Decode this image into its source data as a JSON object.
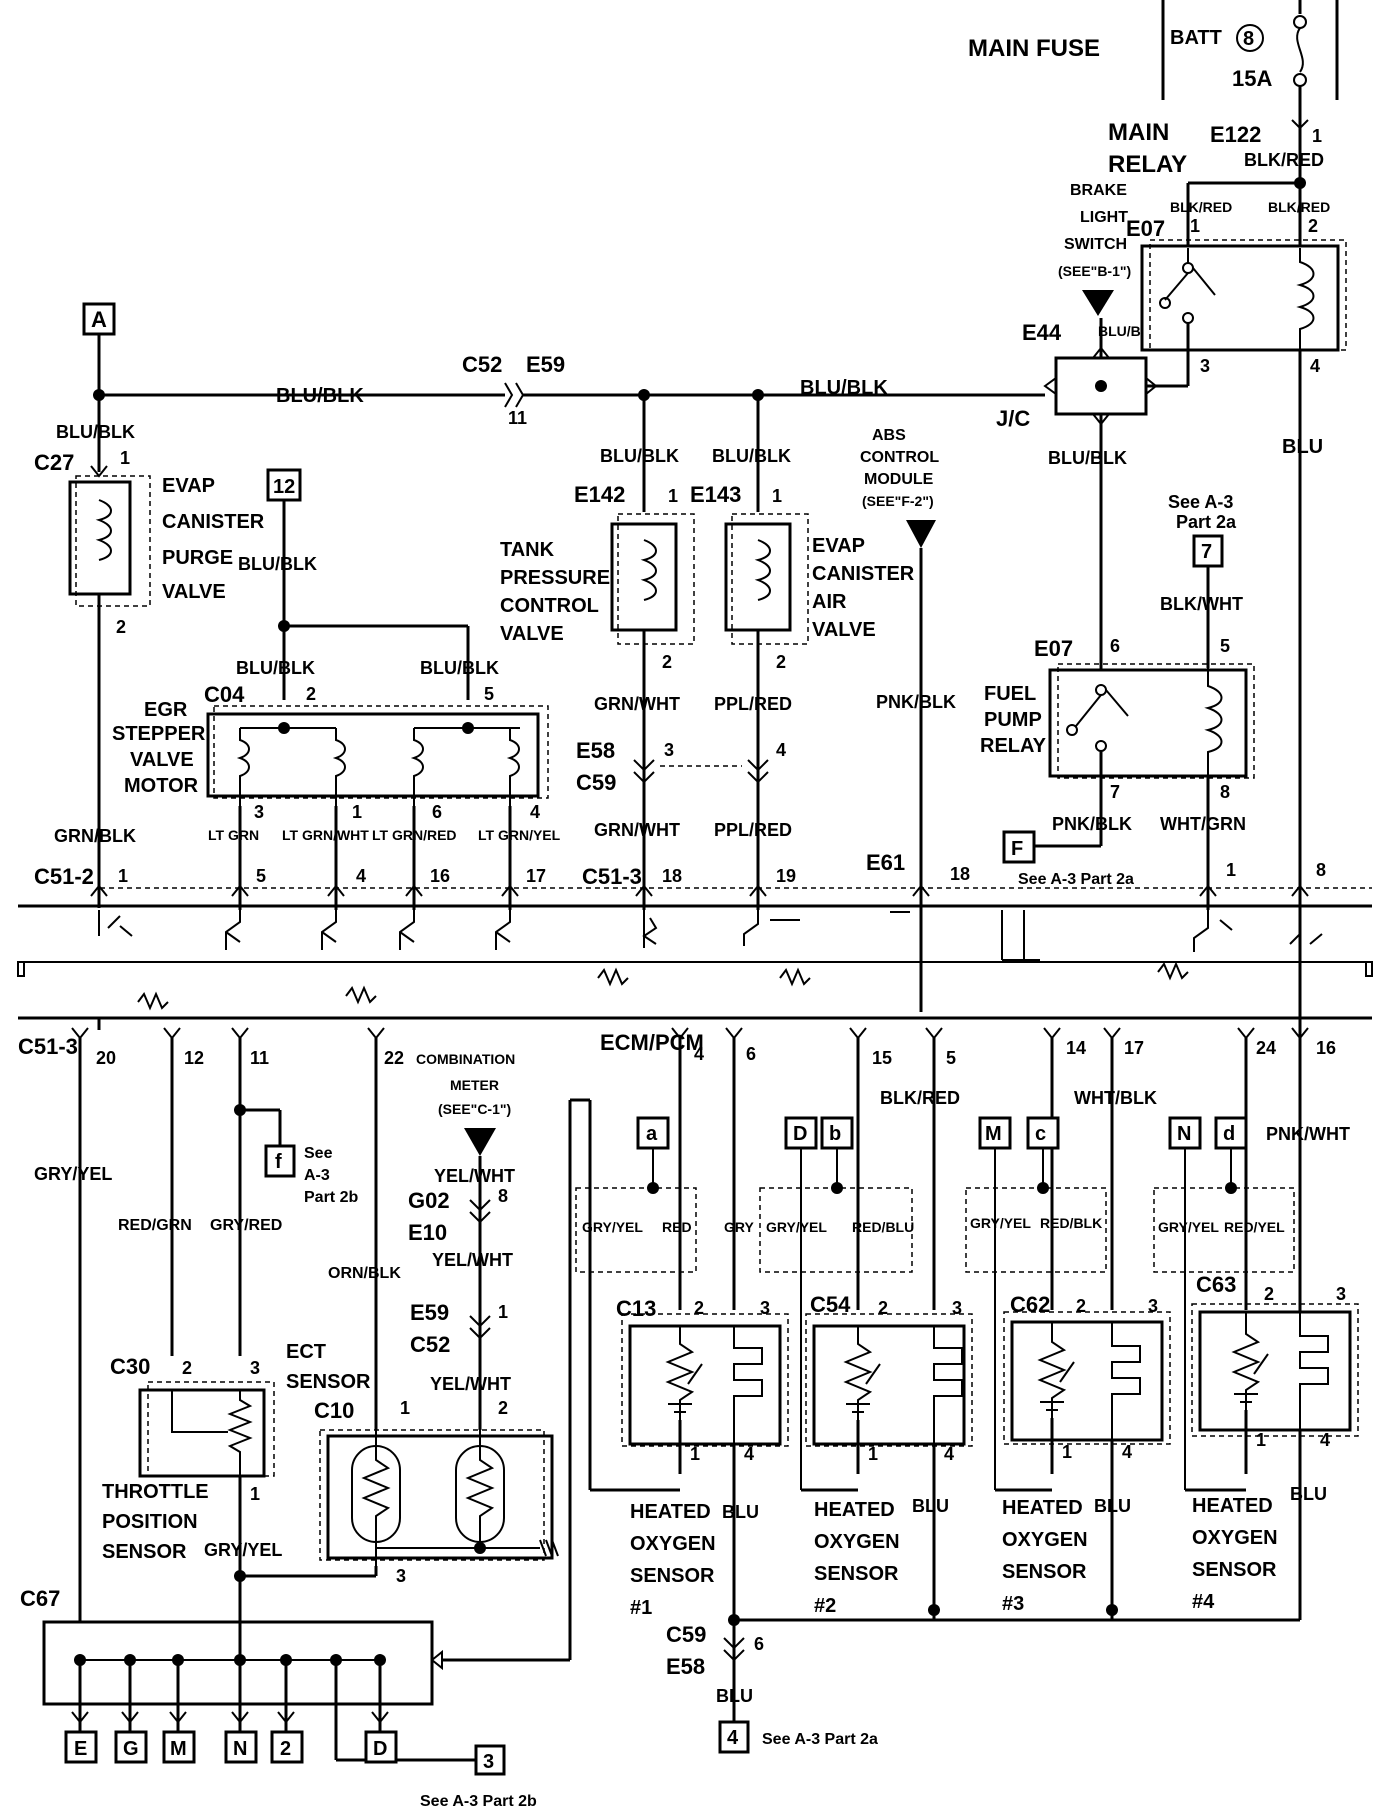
{
  "power": {
    "main_fuse": "MAIN FUSE",
    "batt": "BATT",
    "batt_num": "8",
    "fuse_amp": "15A",
    "main_relay_1": "MAIN",
    "main_relay_2": "RELAY",
    "e122": "E122",
    "e122_pin": "1",
    "blk_red": "BLK/RED",
    "brake_1": "BRAKE",
    "brake_2": "LIGHT",
    "brake_3": "SWITCH",
    "brake_4": "(SEE\"B-1\")",
    "e07_top": "E07",
    "pin1_wire": "BLK/RED",
    "pin2_wire": "BLK/RED",
    "pin1": "1",
    "pin2": "2",
    "pin3": "3",
    "pin4": "4",
    "e44": "E44",
    "e44_wire": "BLU/BLK",
    "jc": "J/C",
    "blu_right": "BLU"
  },
  "top_bus": {
    "a_box": "A",
    "bus_wire_left": "BLU/BLK",
    "c52": "C52",
    "e59": "E59",
    "pin11": "11",
    "bus_wire_right": "BLU/BLK"
  },
  "evap_purge": {
    "wire": "BLU/BLK",
    "conn": "C27",
    "pin1": "1",
    "pin2": "2",
    "l1": "EVAP",
    "l2": "CANISTER",
    "l3": "PURGE",
    "l4": "VALVE",
    "wire_bottom": "GRN/BLK"
  },
  "egr": {
    "box12": "12",
    "wire_top": "BLU/BLK",
    "wire_l": "BLU/BLK",
    "wire_r": "BLU/BLK",
    "conn": "C04",
    "pin2": "2",
    "pin5": "5",
    "l1": "EGR",
    "l2": "STEPPER",
    "l3": "VALVE",
    "l4": "MOTOR",
    "p3": "3",
    "p1": "1",
    "p6": "6",
    "p4": "4",
    "w1": "LT GRN",
    "w2": "LT GRN/WHT",
    "w3": "LT GRN/RED",
    "w4": "LT GRN/YEL"
  },
  "tank": {
    "wire": "BLU/BLK",
    "conn": "E142",
    "pin1": "1",
    "pin2": "2",
    "l1": "TANK",
    "l2": "PRESSURE",
    "l3": "CONTROL",
    "l4": "VALVE",
    "wire_bottom": "GRN/WHT",
    "wire_bottom2": "GRN/WHT"
  },
  "evap_air": {
    "wire": "BLU/BLK",
    "conn": "E143",
    "pin1": "1",
    "pin2": "2",
    "l1": "EVAP",
    "l2": "CANISTER",
    "l3": "AIR",
    "l4": "VALVE",
    "wire_bottom": "PPL/RED",
    "wire_bottom2": "PPL/RED"
  },
  "mid_conn": {
    "e58": "E58",
    "c59": "C59",
    "p3": "3",
    "p4": "4"
  },
  "abs": {
    "l1": "ABS",
    "l2": "CONTROL",
    "l3": "MODULE",
    "l4": "(SEE\"F-2\")",
    "wire": "PNK/BLK",
    "e61": "E61",
    "p18": "18"
  },
  "fuel_pump": {
    "see1": "See A-3",
    "see2": "Part 2a",
    "box7": "7",
    "wire_top": "BLK/WHT",
    "conn": "E07",
    "p6": "6",
    "p5": "5",
    "p7": "7",
    "p8": "8",
    "l1": "FUEL",
    "l2": "PUMP",
    "l3": "RELAY",
    "wire_l": "BLU/BLK",
    "wire_bl": "PNK/BLK",
    "wire_br": "WHT/GRN",
    "box_f": "F",
    "see_f": "See A-3 Part 2a",
    "p1": "1",
    "p8b": "8"
  },
  "c51_top": {
    "c51_2": "C51-2",
    "c51_3": "C51-3",
    "pins_left": [
      "1",
      "5",
      "4",
      "16",
      "17"
    ],
    "pins_mid": [
      "18",
      "19"
    ]
  },
  "ecm": {
    "label": "ECM/PCM",
    "c51_3": "C51-3",
    "pins": [
      "20",
      "12",
      "11",
      "22",
      "4",
      "6",
      "15",
      "5",
      "14",
      "17",
      "24",
      "16"
    ]
  },
  "lower_left": {
    "gry_yel": "GRY/YEL",
    "red_grn": "RED/GRN",
    "gry_red": "GRY/RED",
    "box_f": "f",
    "see1": "See",
    "see2": "A-3",
    "see3": "Part 2b",
    "orn_blk": "ORN/BLK",
    "c30": "C30",
    "p2": "2",
    "p3": "3",
    "p1": "1",
    "tp1": "THROTTLE",
    "tp2": "POSITION",
    "tp3": "SENSOR",
    "tp_wire": "GRY/YEL",
    "ect1": "ECT",
    "ect2": "SENSOR",
    "c10": "C10",
    "c10_p1": "1",
    "c10_p2": "2",
    "c10_p3": "3",
    "comb1": "COMBINATION",
    "comb2": "METER",
    "comb3": "(SEE\"C-1\")",
    "yel_wht1": "YEL/WHT",
    "g02": "G02",
    "p8": "8",
    "e10": "E10",
    "yel_wht2": "YEL/WHT",
    "e59": "E59",
    "c52": "C52",
    "p1b": "1",
    "yel_wht3": "YEL/WHT"
  },
  "c67": {
    "label": "C67",
    "boxes": [
      "E",
      "G",
      "M",
      "N",
      "2",
      "D"
    ],
    "box3": "3",
    "see": "See A-3 Part 2b"
  },
  "o2": {
    "blk_red": "BLK/RED",
    "wht_blk": "WHT/BLK",
    "pnk_wht": "PNK/WHT",
    "sensors": [
      {
        "conn": "C13",
        "tag": "a",
        "tag2": "",
        "w1": "GRY/YEL",
        "w2": "RED",
        "gry": "GRY",
        "num": "#1"
      },
      {
        "conn": "C54",
        "tag": "b",
        "tag2": "D",
        "w1": "GRY/YEL",
        "w2": "RED/BLU",
        "gry": "",
        "num": "#2"
      },
      {
        "conn": "C62",
        "tag": "c",
        "tag2": "M",
        "w1": "GRY/YEL",
        "w2": "RED/BLK",
        "gry": "",
        "num": "#3"
      },
      {
        "conn": "C63",
        "tag": "d",
        "tag2": "N",
        "w1": "GRY/YEL",
        "w2": "RED/YEL",
        "gry": "",
        "num": "#4"
      }
    ],
    "l1": "HEATED",
    "l2": "OXYGEN",
    "l3": "SENSOR",
    "blu": "BLU",
    "p1": "1",
    "p2": "2",
    "p3": "3",
    "p4": "4",
    "c59": "C59",
    "e58": "E58",
    "p6": "6",
    "blu_bottom": "BLU",
    "box4": "4",
    "see": "See A-3 Part 2a"
  }
}
